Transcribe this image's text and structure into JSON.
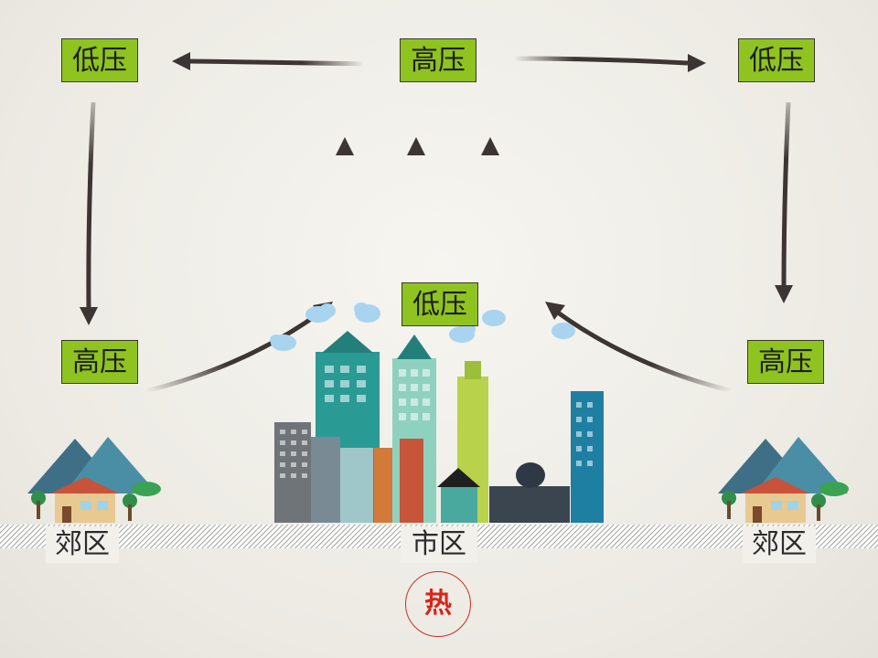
{
  "boxes": {
    "top_left": "低压",
    "top_center": "高压",
    "top_right": "低压",
    "city_center": "低压",
    "mid_left": "高压",
    "mid_right": "高压"
  },
  "ground": {
    "left": "郊区",
    "center": "市区",
    "right": "郊区"
  },
  "heat_label": "热",
  "colors": {
    "box_fill": "#8fc31f",
    "arrow": "#3d3533",
    "heat": "#d9251c"
  },
  "icons": [
    "mountain-house-icon",
    "city-skyline-icon",
    "cloud-icon",
    "tree-icon"
  ]
}
